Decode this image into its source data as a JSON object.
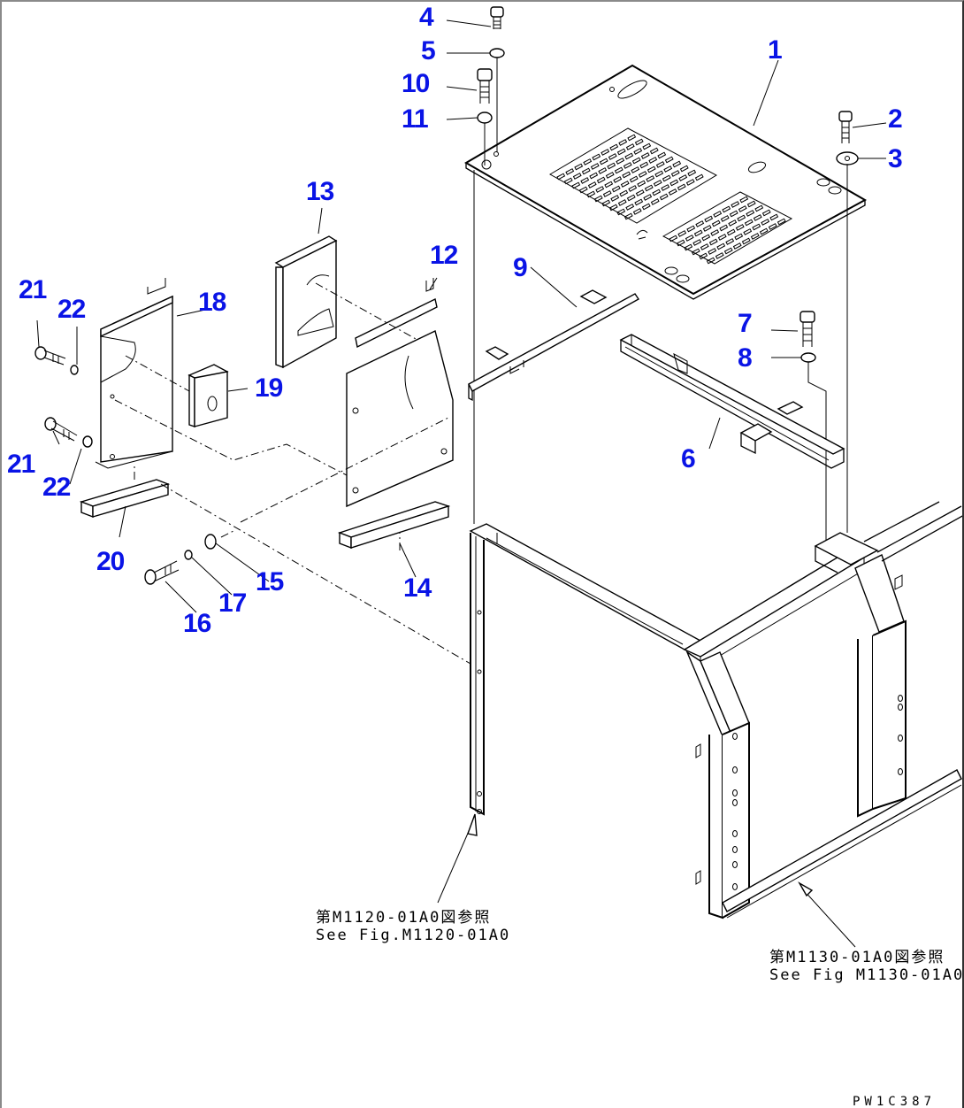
{
  "diagram": {
    "type": "exploded parts diagram",
    "figure_id": "PW1C387",
    "callout_color": "#0a14e6",
    "callouts": [
      {
        "id": "c1",
        "label": "1",
        "part": "floor plate"
      },
      {
        "id": "c2",
        "label": "2",
        "part": "bolt"
      },
      {
        "id": "c3",
        "label": "3",
        "part": "washer"
      },
      {
        "id": "c4",
        "label": "4",
        "part": "bolt"
      },
      {
        "id": "c5",
        "label": "5",
        "part": "washer"
      },
      {
        "id": "c6",
        "label": "6",
        "part": "support beam"
      },
      {
        "id": "c7",
        "label": "7",
        "part": "bolt"
      },
      {
        "id": "c8",
        "label": "8",
        "part": "washer"
      },
      {
        "id": "c9",
        "label": "9",
        "part": "support bracket"
      },
      {
        "id": "c10",
        "label": "10",
        "part": "bolt"
      },
      {
        "id": "c11",
        "label": "11",
        "part": "washer"
      },
      {
        "id": "c12",
        "label": "12",
        "part": "cover plate"
      },
      {
        "id": "c13",
        "label": "13",
        "part": "cushion"
      },
      {
        "id": "c14",
        "label": "14",
        "part": "block"
      },
      {
        "id": "c15",
        "label": "15",
        "part": "washer"
      },
      {
        "id": "c16",
        "label": "16",
        "part": "bolt"
      },
      {
        "id": "c17",
        "label": "17",
        "part": "washer"
      },
      {
        "id": "c18",
        "label": "18",
        "part": "cover plate"
      },
      {
        "id": "c19",
        "label": "19",
        "part": "cushion"
      },
      {
        "id": "c20",
        "label": "20",
        "part": "block"
      },
      {
        "id": "c21a",
        "label": "21",
        "part": "bolt"
      },
      {
        "id": "c22a",
        "label": "22",
        "part": "washer"
      },
      {
        "id": "c21b",
        "label": "21",
        "part": "bolt"
      },
      {
        "id": "c22b",
        "label": "22",
        "part": "washer"
      }
    ],
    "references": [
      {
        "line_jp": "第M1120-01A0図参照",
        "line_en": "See Fig.M1120-01A0"
      },
      {
        "line_jp": "第M1130-01A0図参照",
        "line_en": "See Fig M1130-01A0"
      }
    ]
  }
}
